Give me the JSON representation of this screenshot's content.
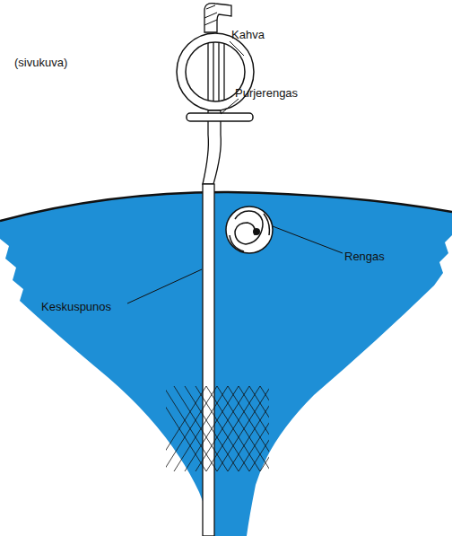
{
  "diagram": {
    "labels": [
      "(sivukuva)",
      "Kahva",
      "Purjerengas",
      "Rengas",
      "Keskuspunos"
    ]
  }
}
